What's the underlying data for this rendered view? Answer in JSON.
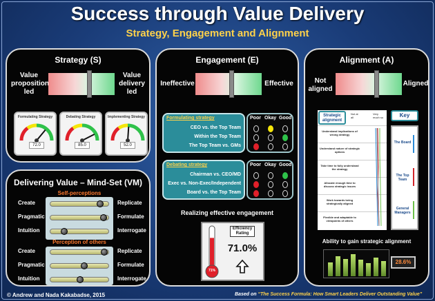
{
  "header": {
    "title": "Success through Value Delivery",
    "subtitle": "Strategy, Engagement and Alignment"
  },
  "strategy": {
    "title": "Strategy (S)",
    "left_label": "Value proposition led",
    "right_label": "Value delivery led",
    "marker_position": 0.62,
    "gauges": [
      {
        "label": "Formulating Strategy",
        "value": "72.0",
        "level": 0.72
      },
      {
        "label": "Debating Strategy",
        "value": "85.0",
        "level": 0.85
      },
      {
        "label": "Implementing Strategy",
        "value": "52.0",
        "level": 0.52
      }
    ]
  },
  "mindset": {
    "title": "Delivering Value – Mind-Set (VM)",
    "self_heading": "Self-perceptions",
    "others_heading": "Perception of others",
    "self_rows": [
      {
        "left": "Create",
        "right": "Replicate",
        "level": 0.9
      },
      {
        "left": "Pragmatic",
        "right": "Formulate",
        "level": 0.97
      },
      {
        "left": "Intuition",
        "right": "Interrogate",
        "level": 0.2
      }
    ],
    "others_rows": [
      {
        "left": "Create",
        "right": "Replicate",
        "level": 0.98
      },
      {
        "left": "Pragmatic",
        "right": "Formulate",
        "level": 0.6
      },
      {
        "left": "Intuition",
        "right": "Interrogate",
        "level": 0.52
      }
    ]
  },
  "engagement": {
    "title": "Engagement (E)",
    "left_label": "Ineffective",
    "right_label": "Effective",
    "marker_position": 0.55,
    "formulating": {
      "heading": "Formulating strategy",
      "rows": [
        "CEO vs. the Top Team",
        "Within the Top Team",
        "The Top Team vs. GMs"
      ],
      "lights": [
        [
          "off",
          "on-yellow",
          "off"
        ],
        [
          "off",
          "off",
          "on-green"
        ],
        [
          "on-red",
          "off",
          "off"
        ]
      ]
    },
    "debating": {
      "heading": "Debating strategy",
      "rows": [
        "Chairman vs. CEO/MD",
        "Exec vs. Non-Exec/Independent",
        "Board vs. the Top Team"
      ],
      "lights": [
        [
          "off",
          "off",
          "on-green"
        ],
        [
          "on-red",
          "off",
          "off"
        ],
        [
          "on-red",
          "off",
          "off"
        ]
      ]
    },
    "light_headers": [
      "Poor",
      "Okay",
      "Good"
    ],
    "realizing_title": "Realizing effective engagement",
    "efficiency_label": "Efficiency Rating",
    "efficiency_value": "71.0%",
    "efficiency_level": 0.71,
    "thermo_value": "71%",
    "colors": {
      "red": "#e0202a",
      "yellow": "#f5e60a",
      "green": "#2fc24a"
    }
  },
  "alignment": {
    "title": "Alignment (A)",
    "left_label": "Not aligned",
    "right_label": "Aligned",
    "marker_position": 0.62,
    "strategic_header": "Strategic alignment",
    "scale_low": "Not at all",
    "scale_high": "Very much so",
    "items": [
      "Understand implications of wrong strategy",
      "Understand nature of strategic options",
      "Take time to fully understand the strategy",
      "Allocate enough time to discuss strategic issues",
      "Work towards being strategically aligned",
      "Flexible and adaptable to viewpoints of others"
    ],
    "key_header": "Key",
    "key_items": [
      {
        "label": "The Board",
        "color": "#2a8ad6"
      },
      {
        "label": "The Top Team",
        "color": "#d0242a"
      },
      {
        "label": "General Managers",
        "color": "#6cc04a"
      }
    ],
    "ability_title": "Ability to gain strategic alignment",
    "ability_value": "28.6%",
    "ability_bars": [
      0.6,
      0.85,
      0.75,
      0.95,
      0.7,
      0.55,
      0.8,
      0.65
    ]
  },
  "footer": {
    "left": "© Andrew and Nada Kakabadse, 2015",
    "right_prefix": "Based on ",
    "right_title": "“The Success Formula: How Smart Leaders Deliver Outstanding Value”"
  }
}
